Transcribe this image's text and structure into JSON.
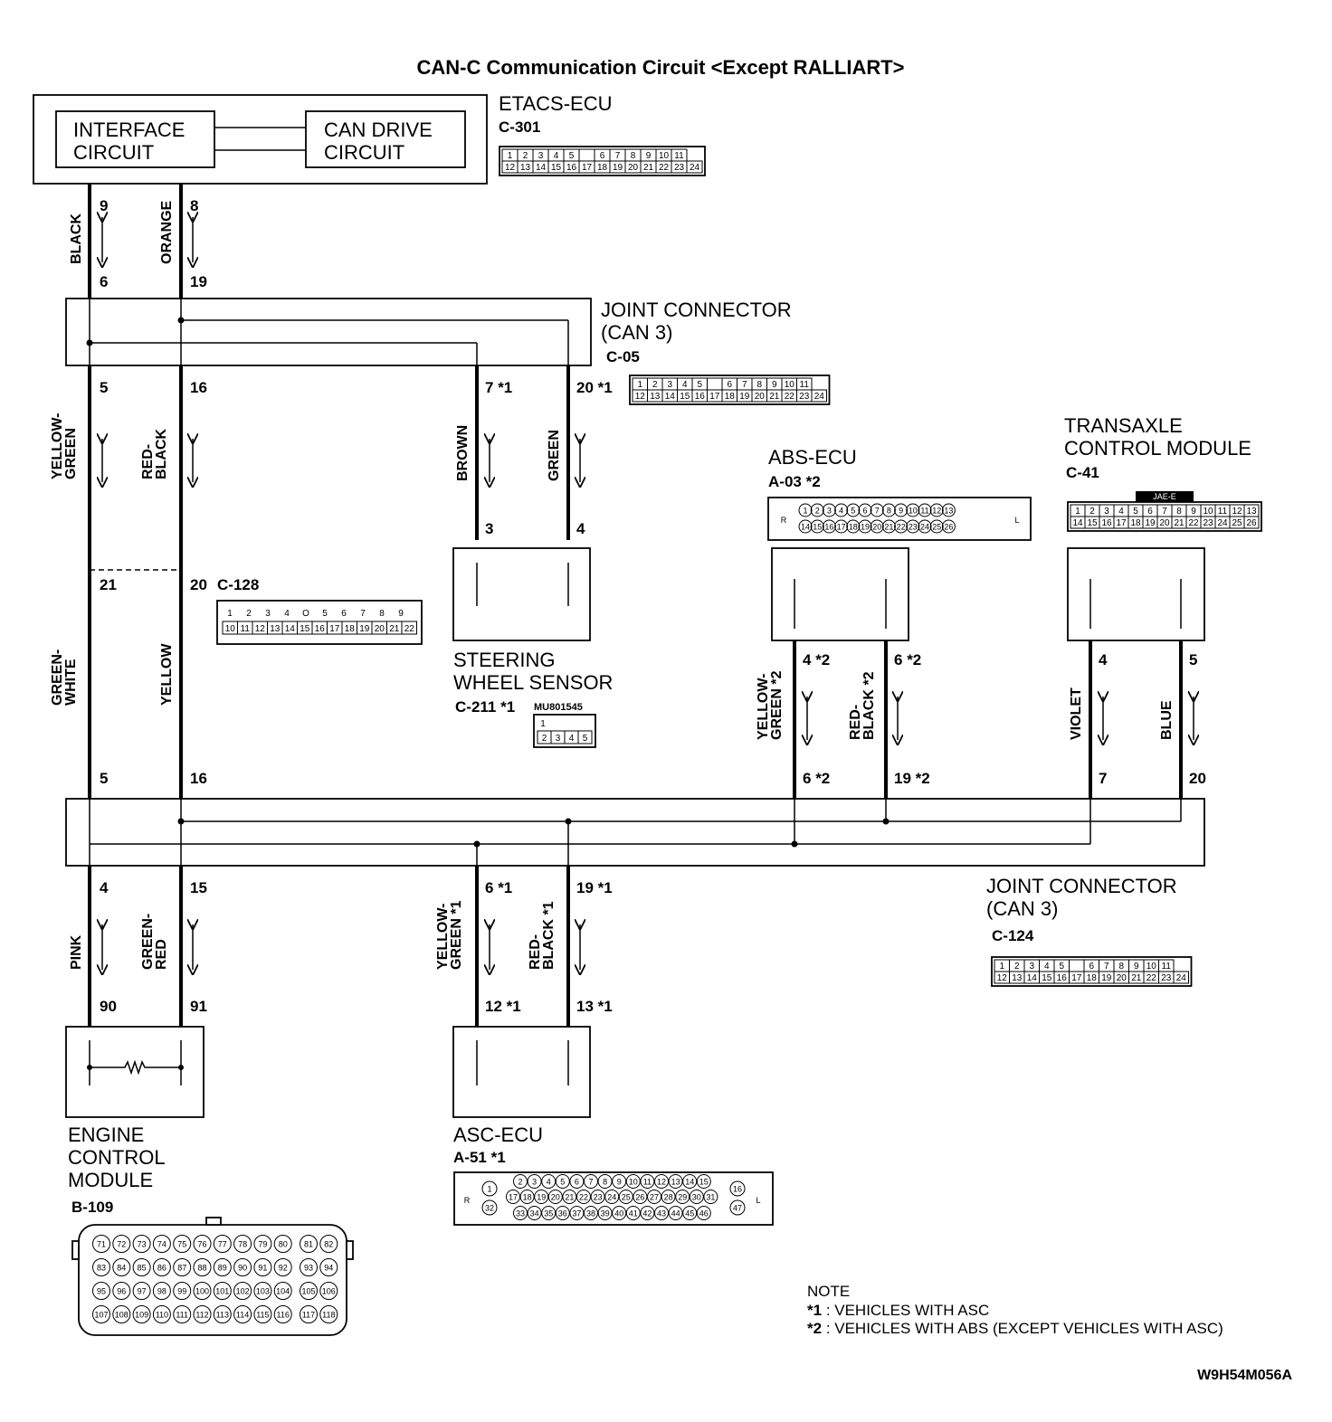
{
  "title": "CAN-C Communication Circuit <Except RALLIART>",
  "etacs": {
    "name": "ETACS-ECU",
    "connector": "C-301",
    "interface_circuit": [
      "INTERFACE",
      "CIRCUIT"
    ],
    "can_drive_circuit": [
      "CAN DRIVE",
      "CIRCUIT"
    ],
    "grid": [
      [
        "1",
        "2",
        "3",
        "4",
        "5",
        "",
        "6",
        "7",
        "8",
        "9",
        "10",
        "11"
      ],
      [
        "12",
        "13",
        "14",
        "15",
        "16",
        "17",
        "18",
        "19",
        "20",
        "21",
        "22",
        "23",
        "24"
      ]
    ]
  },
  "joint_connector_top": {
    "name": [
      "JOINT CONNECTOR",
      "(CAN 3)"
    ],
    "connector": "C-05",
    "grid": [
      [
        "1",
        "2",
        "3",
        "4",
        "5",
        "",
        "6",
        "7",
        "8",
        "9",
        "10",
        "11"
      ],
      [
        "12",
        "13",
        "14",
        "15",
        "16",
        "17",
        "18",
        "19",
        "20",
        "21",
        "22",
        "23",
        "24"
      ]
    ]
  },
  "joint_connector_bottom": {
    "name": [
      "JOINT CONNECTOR",
      "(CAN 3)"
    ],
    "connector": "C-124",
    "grid": [
      [
        "1",
        "2",
        "3",
        "4",
        "5",
        "",
        "6",
        "7",
        "8",
        "9",
        "10",
        "11"
      ],
      [
        "12",
        "13",
        "14",
        "15",
        "16",
        "17",
        "18",
        "19",
        "20",
        "21",
        "22",
        "23",
        "24"
      ]
    ]
  },
  "c128": {
    "connector": "C-128",
    "grid_top": [
      "1",
      "2",
      "3",
      "4",
      "O",
      "5",
      "6",
      "7",
      "8",
      "9"
    ],
    "grid_bottom": [
      "10",
      "11",
      "12",
      "13",
      "14",
      "15",
      "16",
      "17",
      "18",
      "19",
      "20",
      "21",
      "22"
    ]
  },
  "steering": {
    "name": [
      "STEERING",
      "WHEEL SENSOR"
    ],
    "connector": "C-211",
    "connector_note": "*1",
    "part": "MU801545",
    "grid_top": [
      "1"
    ],
    "grid_bottom": [
      "2",
      "3",
      "4",
      "5"
    ]
  },
  "abs": {
    "name": "ABS-ECU",
    "connector": "A-03",
    "connector_note": "*2",
    "row1": [
      "R",
      "1",
      "2",
      "3",
      "4",
      "5",
      "6",
      "7",
      "8",
      "9",
      "10",
      "11",
      "12",
      "13",
      "L"
    ],
    "row2": [
      "14",
      "15",
      "16",
      "17",
      "18",
      "19",
      "20",
      "21",
      "22",
      "23",
      "24",
      "25",
      "26"
    ]
  },
  "tcm": {
    "name": [
      "TRANSAXLE",
      "CONTROL MODULE"
    ],
    "connector": "C-41",
    "tag": "JAE-E",
    "row1": [
      "1",
      "2",
      "3",
      "4",
      "5",
      "6",
      "7",
      "8",
      "9",
      "10",
      "11",
      "12",
      "13"
    ],
    "row2": [
      "14",
      "15",
      "16",
      "17",
      "18",
      "19",
      "20",
      "21",
      "22",
      "23",
      "24",
      "25",
      "26"
    ]
  },
  "ecm": {
    "name": [
      "ENGINE",
      "CONTROL",
      "MODULE"
    ],
    "connector": "B-109",
    "rows": [
      [
        "71",
        "72",
        "73",
        "74",
        "75",
        "76",
        "77",
        "78",
        "79",
        "80",
        "81",
        "82"
      ],
      [
        "83",
        "84",
        "85",
        "86",
        "87",
        "88",
        "89",
        "90",
        "91",
        "92",
        "93",
        "94"
      ],
      [
        "95",
        "96",
        "97",
        "98",
        "99",
        "100",
        "101",
        "102",
        "103",
        "104",
        "105",
        "106"
      ],
      [
        "107",
        "108",
        "109",
        "110",
        "111",
        "112",
        "113",
        "114",
        "115",
        "116",
        "117",
        "118"
      ]
    ]
  },
  "asc": {
    "name": "ASC-ECU",
    "connector": "A-51",
    "connector_note": "*1",
    "row1": [
      "2",
      "3",
      "4",
      "5",
      "6",
      "7",
      "8",
      "9",
      "10",
      "11",
      "12",
      "13",
      "14",
      "15"
    ],
    "row2": [
      "17",
      "18",
      "19",
      "20",
      "21",
      "22",
      "23",
      "24",
      "25",
      "26",
      "27",
      "28",
      "29",
      "30",
      "31"
    ],
    "row3": [
      "33",
      "34",
      "35",
      "36",
      "37",
      "38",
      "39",
      "40",
      "41",
      "42",
      "43",
      "44",
      "45",
      "46"
    ],
    "left": [
      "1",
      "32"
    ],
    "right": [
      "16",
      "47"
    ],
    "side": [
      "R",
      "L"
    ]
  },
  "wires": {
    "black": "BLACK",
    "orange": "ORANGE",
    "yellow_green": "YELLOW-\nGREEN",
    "red_black": "RED-\nBLACK",
    "brown": "BROWN",
    "green": "GREEN",
    "green_white": "GREEN-\nWHITE",
    "yellow": "YELLOW",
    "pink": "PINK",
    "green_red": "GREEN-\nRED",
    "violet": "VIOLET",
    "blue": "BLUE"
  },
  "pins": {
    "p9": "9",
    "p8": "8",
    "p6": "6",
    "p19": "19",
    "p5a": "5",
    "p16a": "16",
    "p7": "7",
    "p20": "20",
    "p3": "3",
    "p4": "4",
    "p21": "21",
    "p20b": "20",
    "p5b": "5",
    "p16b": "16",
    "p4abs": "4",
    "p6abs": "6",
    "p6jc": "6",
    "p19jc": "19",
    "p4tcm": "4",
    "p5tcm": "5",
    "p7jc": "7",
    "p20jc": "20",
    "p4b": "4",
    "p15": "15",
    "p90": "90",
    "p91": "91",
    "p6asc": "6",
    "p19asc": "19",
    "p12": "12",
    "p13": "13"
  },
  "note": {
    "heading": "NOTE",
    "line1_mark": "*1",
    "line1": ": VEHICLES WITH ASC",
    "line2_mark": "*2",
    "line2": ": VEHICLES WITH ABS (EXCEPT VEHICLES WITH ASC)"
  },
  "figure_code": "W9H54M056A"
}
